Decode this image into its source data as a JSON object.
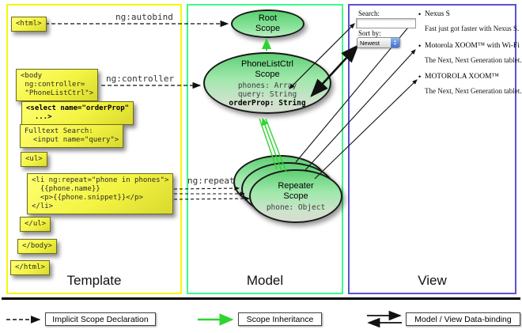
{
  "columns": {
    "template": "Template",
    "model": "Model",
    "view": "View"
  },
  "labels": {
    "ng_autobind": "ng:autobind",
    "ng_controller": "ng:controller",
    "ng_repeat": "ng:repeat"
  },
  "code": {
    "html_open": "<html>",
    "body_open": "<body\n ng:controller=\n \"PhoneListCtrl\">",
    "select": "<select name=\"orderProp\"\n  ...>",
    "fulltext": "Fulltext Search:\n  <input name=\"query\">",
    "ul_open": "<ul>",
    "li_repeat": "<li ng:repeat=\"phone in phones\">\n  {{phone.name}}\n  <p>{{phone.snippet}}</p>\n</li>",
    "ul_close": "</ul>",
    "body_close": "</body>",
    "html_close": "</html>"
  },
  "scopes": {
    "root": {
      "title": "Root\nScope"
    },
    "phonelist": {
      "title": "PhoneListCtrl\nScope",
      "props": "phones: Array\nquery: String",
      "bold_prop": "orderProp: String"
    },
    "repeater": {
      "title": "Repeater\nScope",
      "prop": "phone: Object"
    }
  },
  "view": {
    "search_label": "Search:",
    "sort_label": "Sort by:",
    "sort_value": "Newest",
    "items": [
      {
        "name": "Nexus S",
        "desc": "Fast just got faster with Nexus S."
      },
      {
        "name": "Motorola XOOM™ with Wi-Fi",
        "desc": "The Next, Next Generation tablet."
      },
      {
        "name": "MOTOROLA XOOM™",
        "desc": "The Next, Next Generation tablet."
      }
    ]
  },
  "legend": {
    "implicit": "Implicit Scope Declaration",
    "inheritance": "Scope Inheritance",
    "databinding": "Model / View Data-binding"
  },
  "colors": {
    "template_border": "#f7f70a",
    "model_border": "#3dfa8c",
    "view_border": "#5b50d8",
    "scope_green": "#5fcf74",
    "code_yellow": "#f3f342",
    "inheritance_arrow": "#2fd42f",
    "arrow_black": "#111111"
  }
}
